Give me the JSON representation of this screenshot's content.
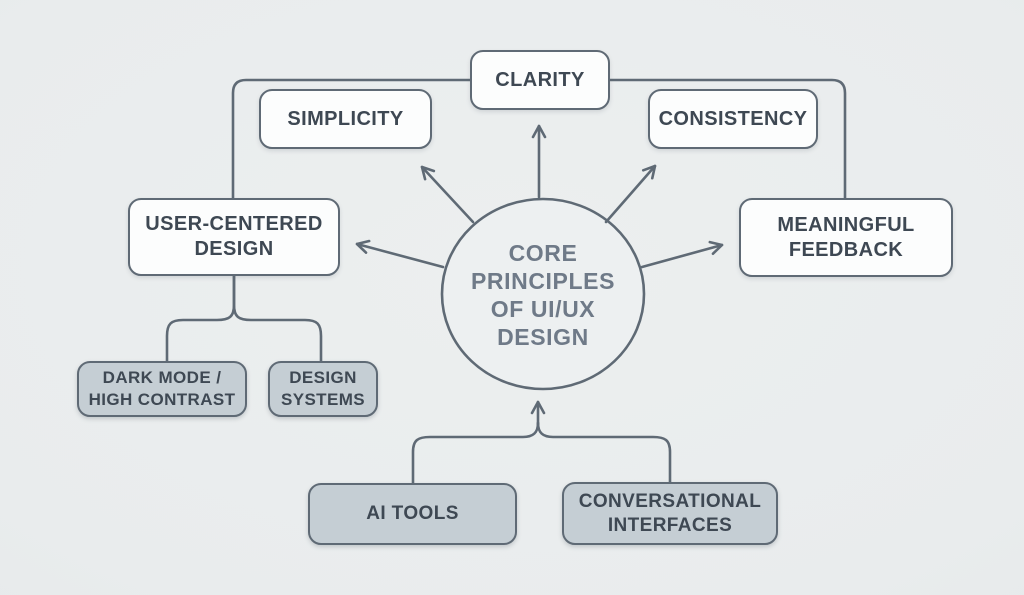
{
  "diagram": {
    "type": "mind-map",
    "center": {
      "lines": [
        "CORE",
        "PRINCIPLES",
        "OF UI/UX",
        "DESIGN"
      ]
    }
  },
  "nodes": {
    "clarity": {
      "lines": [
        "CLARITY"
      ]
    },
    "simplicity": {
      "lines": [
        "SIMPLICITY"
      ]
    },
    "consistency": {
      "lines": [
        "CONSISTENCY"
      ]
    },
    "user_centered": {
      "lines": [
        "USER-CENTERED",
        "DESIGN"
      ]
    },
    "feedback": {
      "lines": [
        "MEANINGFUL",
        "FEEDBACK"
      ]
    },
    "dark_mode": {
      "lines": [
        "DARK MODE /",
        "HIGH CONTRAST"
      ]
    },
    "design_systems": {
      "lines": [
        "DESIGN",
        "SYSTEMS"
      ]
    },
    "ai_tools": {
      "lines": [
        "AI TOOLS"
      ]
    },
    "conversational": {
      "lines": [
        "CONVERSATIONAL",
        "INTERFACES"
      ]
    }
  },
  "edges": [
    {
      "from": "center",
      "to": "clarity",
      "style": "arrow"
    },
    {
      "from": "center",
      "to": "simplicity",
      "style": "arrow"
    },
    {
      "from": "center",
      "to": "consistency",
      "style": "arrow"
    },
    {
      "from": "center",
      "to": "user_centered",
      "style": "arrow"
    },
    {
      "from": "center",
      "to": "feedback",
      "style": "arrow"
    },
    {
      "from": "clarity",
      "to": "user_centered",
      "style": "line"
    },
    {
      "from": "clarity",
      "to": "feedback",
      "style": "line"
    },
    {
      "from": "user_centered",
      "to": "dark_mode",
      "style": "line"
    },
    {
      "from": "user_centered",
      "to": "design_systems",
      "style": "line"
    },
    {
      "from": "ai_tools",
      "to": "center",
      "style": "arrow"
    },
    {
      "from": "conversational",
      "to": "center",
      "style": "arrow"
    }
  ],
  "colors": {
    "background": "#ecefef",
    "node_fill_white": "#fcfdfd",
    "node_fill_gray": "#c5ced4",
    "hub_fill": "#edf0f1",
    "stroke": "#5f6a75",
    "text_dark": "#3e4853",
    "center_text": "#6f7a88"
  }
}
